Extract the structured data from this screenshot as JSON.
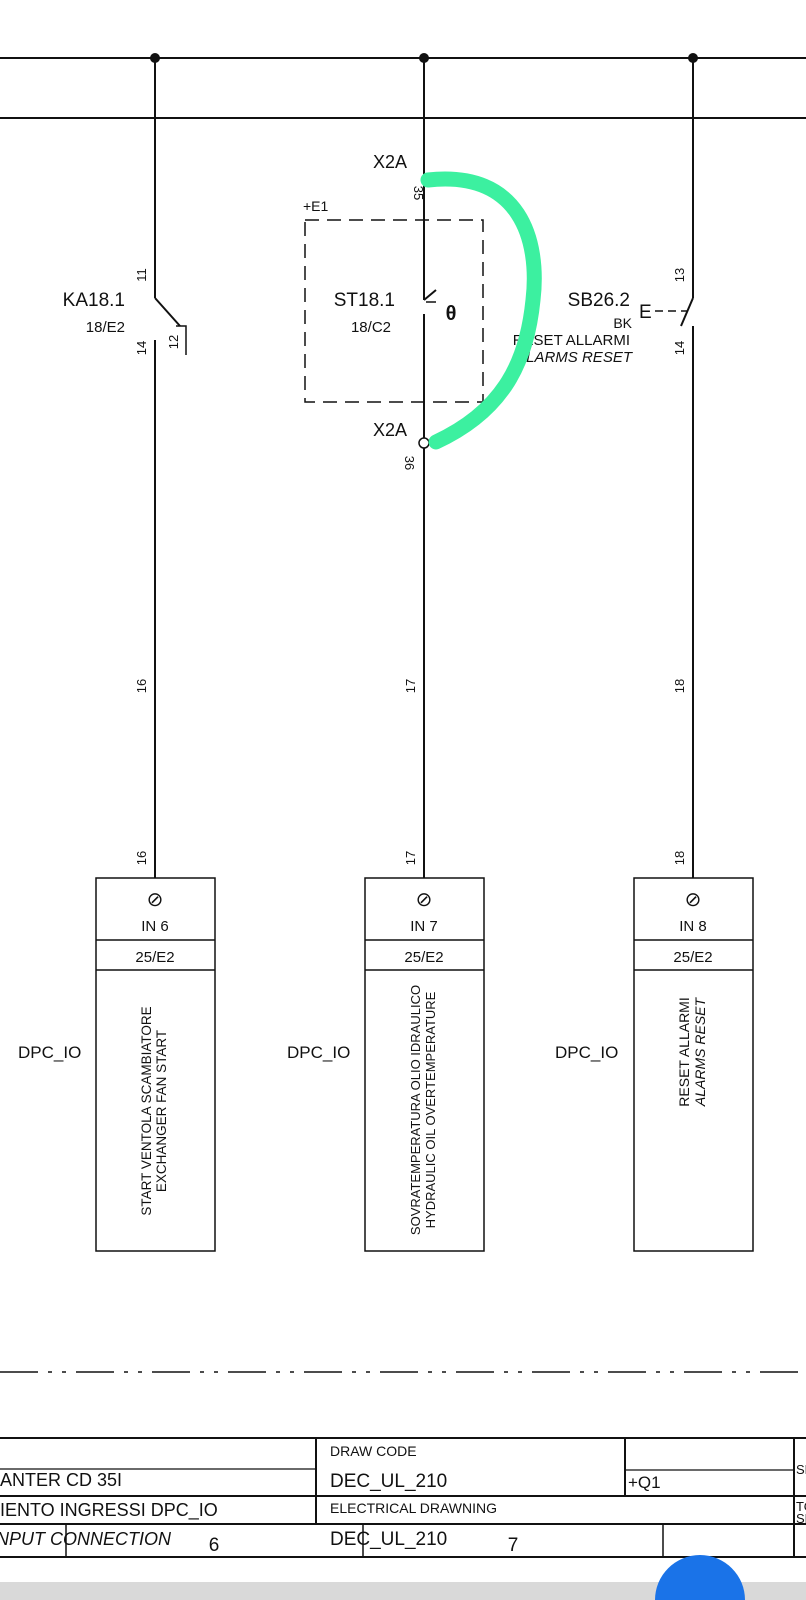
{
  "columns": [
    {
      "device": "KA18.1",
      "ref": "18/E2",
      "pins": [
        "11",
        "14",
        "12"
      ],
      "wire": "16",
      "terminal": "16",
      "input": "IN 6",
      "input_ref": "25/E2",
      "desc_it": "START VENTOLA SCAMBIATORE",
      "desc_en": "EXCHANGER FAN START",
      "module": "DPC_IO"
    },
    {
      "device": "ST18.1",
      "ref": "18/C2",
      "theta": "θ",
      "enclosure": "+E1",
      "connector_top": "X2A",
      "pin_top": "35",
      "connector_bottom": "X2A",
      "pin_bottom": "36",
      "wire": "17",
      "terminal": "17",
      "input": "IN 7",
      "input_ref": "25/E2",
      "desc_it": "SOVRATEMPERATURA OLIO IDRAULICO",
      "desc_en": "HYDRAULIC OIL OVERTEMPERATURE",
      "module": "DPC_IO"
    },
    {
      "device": "SB26.2",
      "color_code": "BK",
      "actuator": "E",
      "pins": [
        "13",
        "14"
      ],
      "caption_it": "RESET ALLARMI",
      "caption_en": "ALARMS RESET",
      "wire": "18",
      "terminal": "18",
      "input": "IN 8",
      "input_ref": "25/E2",
      "desc_it": "RESET ALLARMI",
      "desc_en": "ALARMS RESET",
      "module": "DPC_IO"
    }
  ],
  "terminal_symbol": "⊘",
  "title_block": {
    "project": "ANTER CD 35I",
    "title_it": "IENTO INGRESSI DPC_IO",
    "title_en": "NPUT CONNECTION",
    "draw_code_label": "DRAW CODE",
    "draw_code": "DEC_UL_210",
    "drawing_label": "ELECTRICAL DRAWNING",
    "drawing_code": "DEC_UL_210",
    "location": "+Q1",
    "sheet_label_1": "SH",
    "sheet_label_2a": "TO",
    "sheet_label_2b": "SH",
    "col_6": "6",
    "col_7": "7"
  },
  "colors": {
    "line": "#111111",
    "highlight": "#3cf0a0",
    "fab": "#1a73e8",
    "bottom_bar": "#d9d9d9"
  }
}
